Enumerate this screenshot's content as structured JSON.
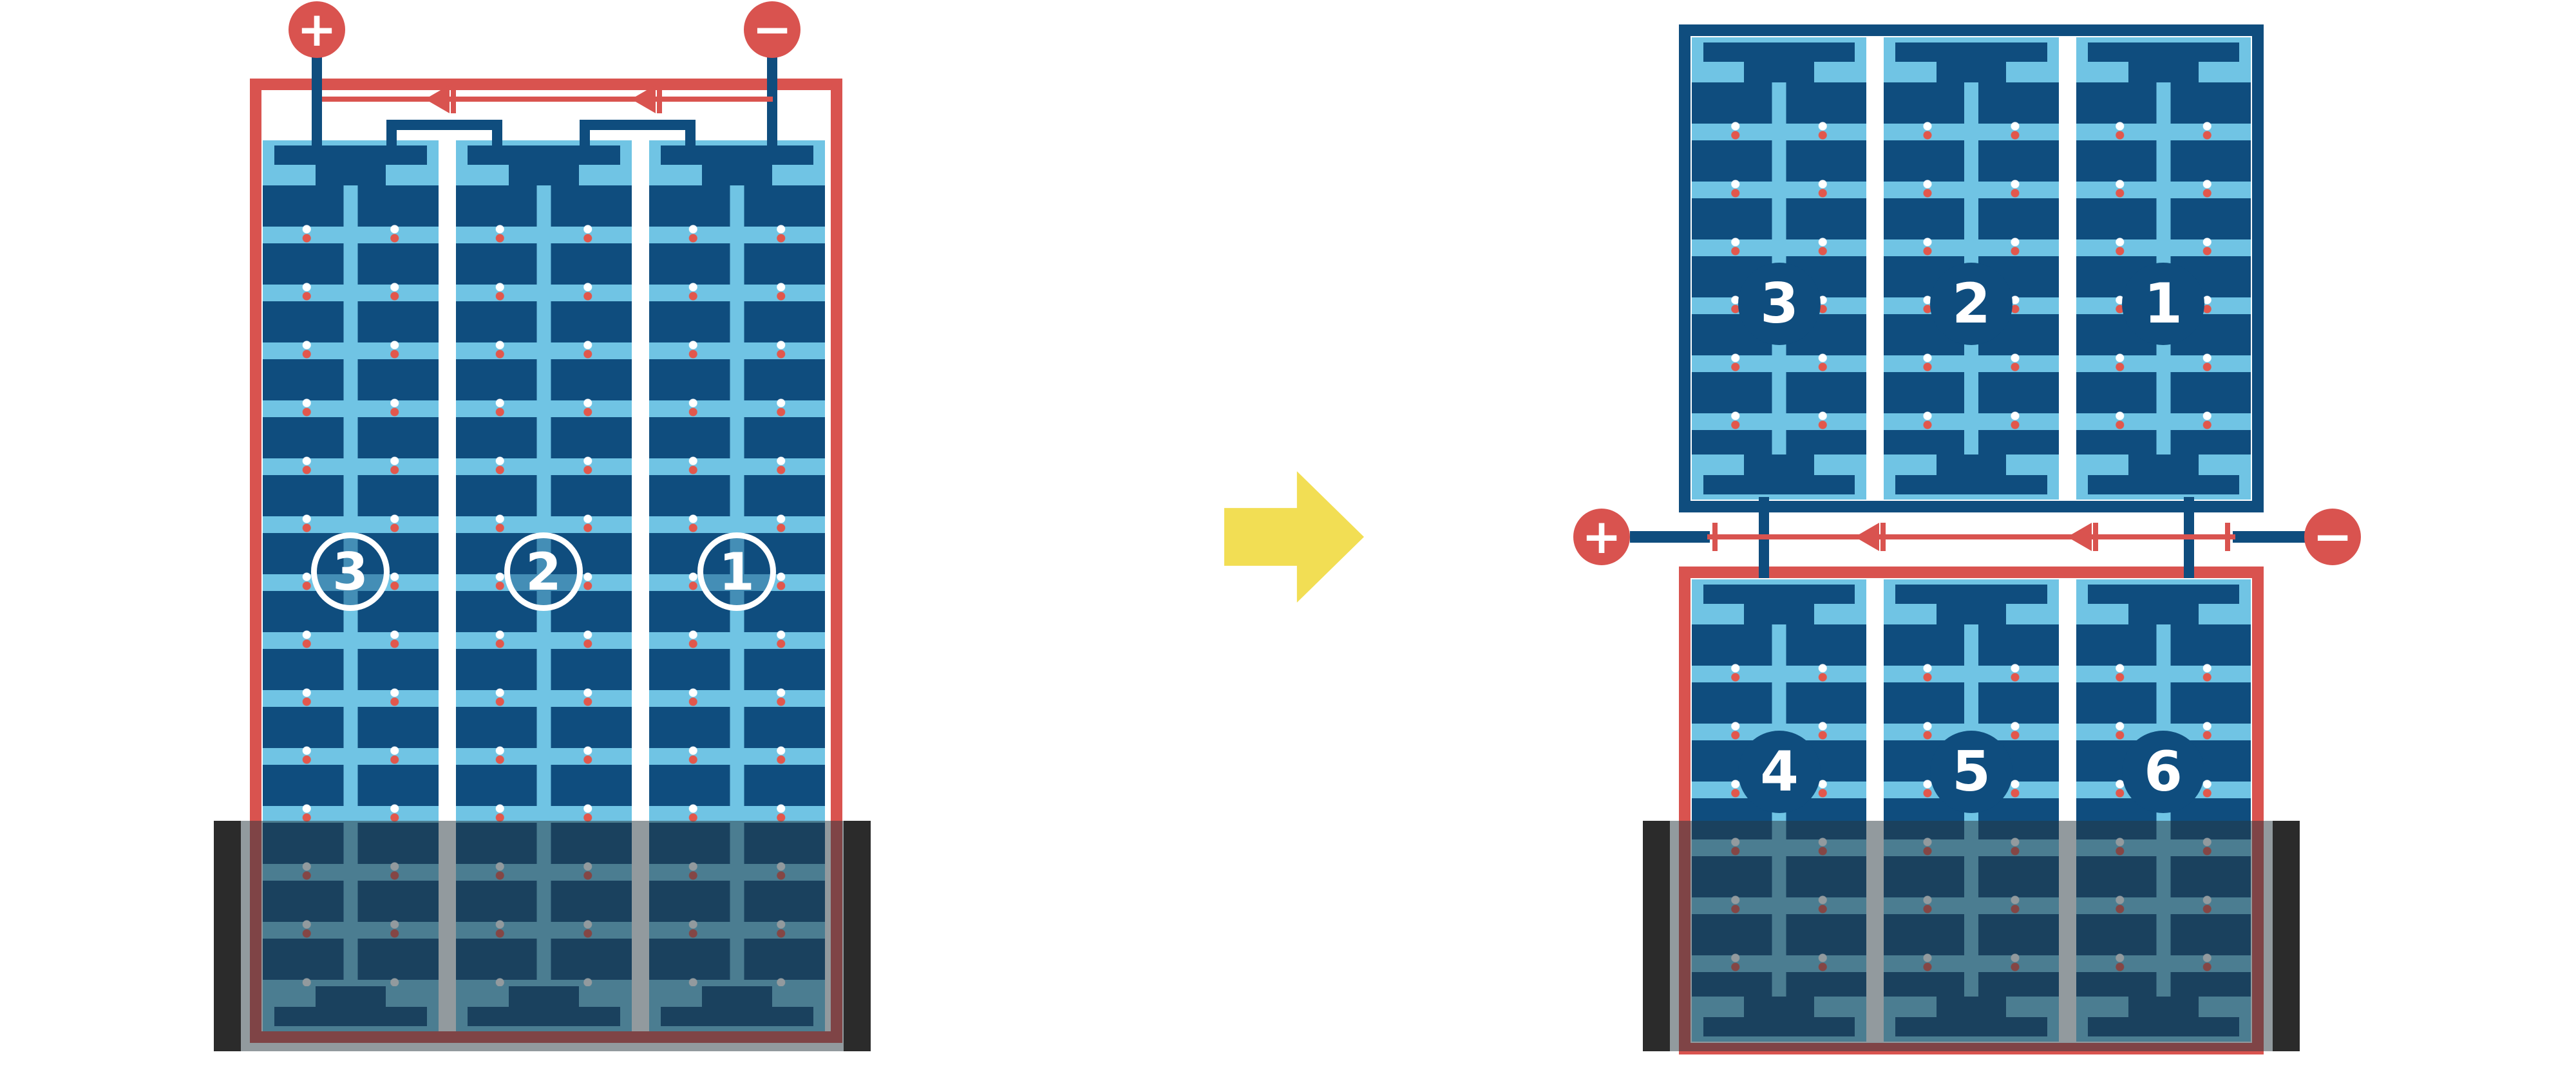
{
  "diagram": {
    "left_module": {
      "positive_label": "+",
      "negative_label": "−",
      "strings": [
        {
          "label": "3"
        },
        {
          "label": "2"
        },
        {
          "label": "1"
        }
      ]
    },
    "right_top_module": {
      "strings": [
        {
          "label": "3"
        },
        {
          "label": "2"
        },
        {
          "label": "1"
        }
      ]
    },
    "right_bottom_module": {
      "strings": [
        {
          "label": "4"
        },
        {
          "label": "5"
        },
        {
          "label": "6"
        }
      ]
    },
    "right_terminals": {
      "positive_label": "+",
      "negative_label": "−"
    },
    "colors": {
      "wire_red": "#D9534F",
      "cell_navy": "#0F4D7E",
      "panel_light_blue": "#70C4E4",
      "transition_yellow": "#F2DE54",
      "solder_dot_orange": "#E2574C",
      "shade_bar_black": "#2B2B2B"
    }
  }
}
